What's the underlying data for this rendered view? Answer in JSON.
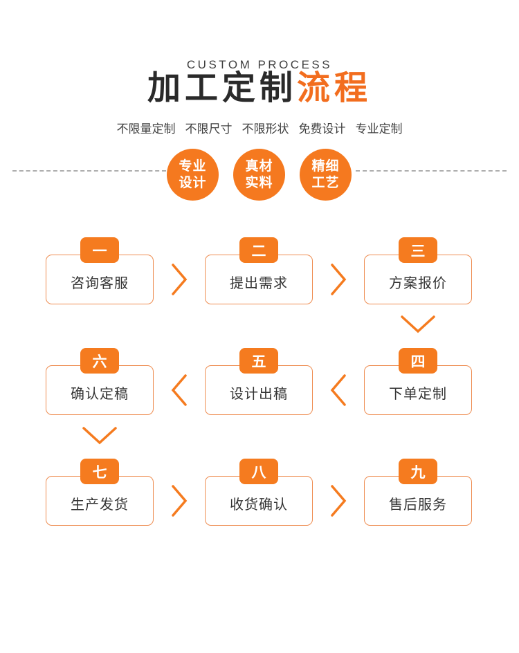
{
  "header": {
    "eyebrow": "CUSTOM PROCESS",
    "title_main": "加工定制",
    "title_accent": "流程",
    "subtitle_items": [
      "不限量定制",
      "不限尺寸",
      "不限形状",
      "免费设计",
      "专业定制"
    ]
  },
  "badges": [
    {
      "line1": "专业",
      "line2": "设计"
    },
    {
      "line1": "真材",
      "line2": "实料"
    },
    {
      "line1": "精细",
      "line2": "工艺"
    }
  ],
  "steps": [
    {
      "num": "一",
      "label": "咨询客服"
    },
    {
      "num": "二",
      "label": "提出需求"
    },
    {
      "num": "三",
      "label": "方案报价"
    },
    {
      "num": "四",
      "label": "下单定制"
    },
    {
      "num": "五",
      "label": "设计出稿"
    },
    {
      "num": "六",
      "label": "确认定稿"
    },
    {
      "num": "七",
      "label": "生产发货"
    },
    {
      "num": "八",
      "label": "收货确认"
    },
    {
      "num": "九",
      "label": "售后服务"
    }
  ],
  "colors": {
    "accent_orange": "#f57b1f",
    "title_accent_orange": "#f26d1e",
    "box_border_orange": "#ee8c50",
    "dash_gray": "#adadad",
    "title_black": "#2a2a2a",
    "text_dark": "#333333"
  }
}
